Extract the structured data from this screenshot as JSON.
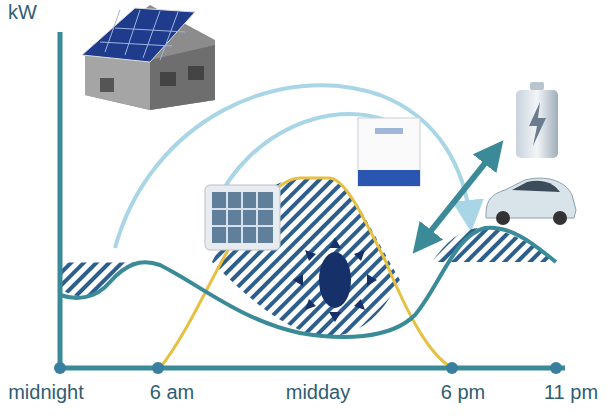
{
  "diagram": {
    "labels": [
      "kW",
      "midnight",
      "6 am",
      "midday",
      "6 pm",
      "11 pm"
    ]
  }
}
